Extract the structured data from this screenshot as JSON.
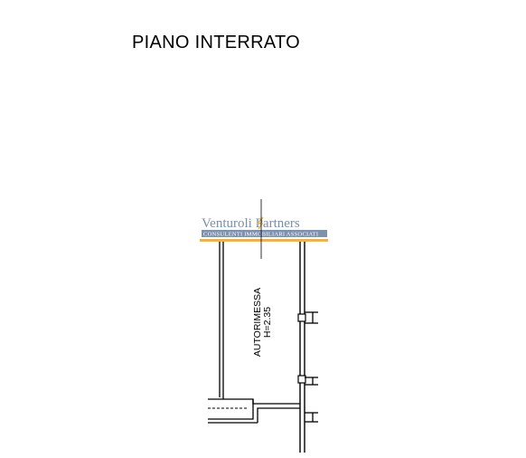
{
  "plan": {
    "title": "PIANO INTERRATO",
    "room": {
      "name": "AUTORIMESSA",
      "height": "H=2.35"
    }
  },
  "watermark": {
    "name": "Venturoli Partners",
    "subtitle": "CONSULENTI IMMOBILIARI ASSOCIATI",
    "text_color": "#7b8fa6",
    "band_color": "#7d93ad",
    "bar_color": "#e8b45a"
  }
}
